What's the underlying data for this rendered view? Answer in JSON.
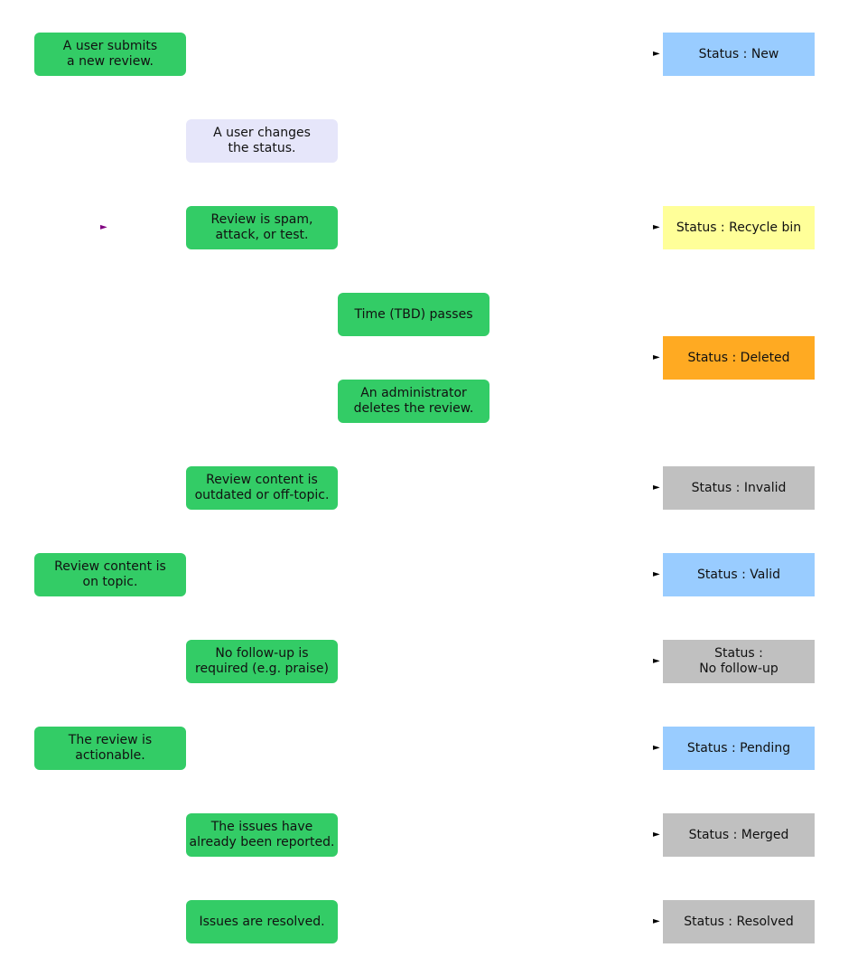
{
  "colors": {
    "event": "#33cc66",
    "user_action": "#e6e6fa",
    "status_blue": "#99ccff",
    "status_yellow": "#ffff99",
    "status_orange": "#ffaa22",
    "status_gray": "#c0c0c0",
    "stray_arrow": "#800080"
  },
  "events": [
    {
      "id": "submit",
      "label": "A user submits\na new review."
    },
    {
      "id": "changes",
      "label": "A user changes\nthe status."
    },
    {
      "id": "spam",
      "label": "Review is spam,\nattack, or test."
    },
    {
      "id": "time",
      "label": "Time (TBD) passes"
    },
    {
      "id": "admin-deletes",
      "label": "An administrator\ndeletes the review."
    },
    {
      "id": "outdated",
      "label": "Review content is\noutdated or off-topic."
    },
    {
      "id": "on-topic",
      "label": "Review content is\non topic."
    },
    {
      "id": "no-followup",
      "label": "No follow-up is\nrequired (e.g. praise)"
    },
    {
      "id": "actionable",
      "label": "The review is\nactionable."
    },
    {
      "id": "reported",
      "label": "The issues have\nalready been reported."
    },
    {
      "id": "resolved",
      "label": "Issues are resolved."
    }
  ],
  "statuses": [
    {
      "id": "new",
      "label": "Status : New"
    },
    {
      "id": "recycle-bin",
      "label": "Status : Recycle bin"
    },
    {
      "id": "deleted",
      "label": "Status : Deleted"
    },
    {
      "id": "invalid",
      "label": "Status : Invalid"
    },
    {
      "id": "valid",
      "label": "Status : Valid"
    },
    {
      "id": "no-follow-up",
      "label": "Status :\nNo follow-up"
    },
    {
      "id": "pending",
      "label": "Status : Pending"
    },
    {
      "id": "merged",
      "label": "Status : Merged"
    },
    {
      "id": "status-resolved",
      "label": "Status : Resolved"
    }
  ],
  "arrow_glyph": "►"
}
